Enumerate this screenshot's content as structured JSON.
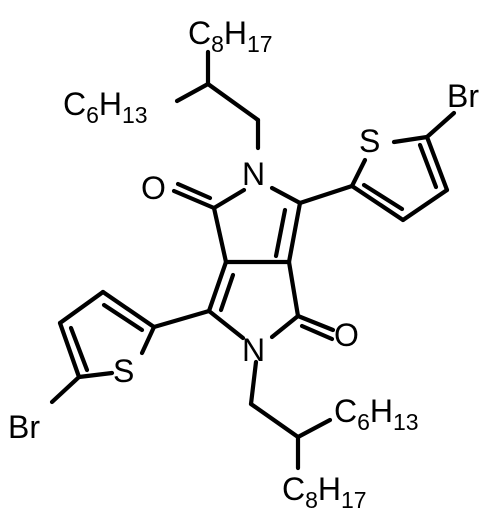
{
  "diagram": {
    "atoms": {
      "o_top": "O",
      "n_top": "N",
      "s_right": "S",
      "br_right": "Br",
      "o_bottom": "O",
      "n_bottom": "N",
      "s_left": "S",
      "br_left": "Br"
    },
    "groups": {
      "top_c8h17": {
        "el": "C",
        "n1": "8",
        "el2": "H",
        "n2": "17"
      },
      "top_c6h13": {
        "el": "C",
        "n1": "6",
        "el2": "H",
        "n2": "13"
      },
      "bottom_c6h13": {
        "el": "C",
        "n1": "6",
        "el2": "H",
        "n2": "13"
      },
      "bottom_c8h17": {
        "el": "C",
        "n1": "8",
        "el2": "H",
        "n2": "17"
      }
    }
  }
}
